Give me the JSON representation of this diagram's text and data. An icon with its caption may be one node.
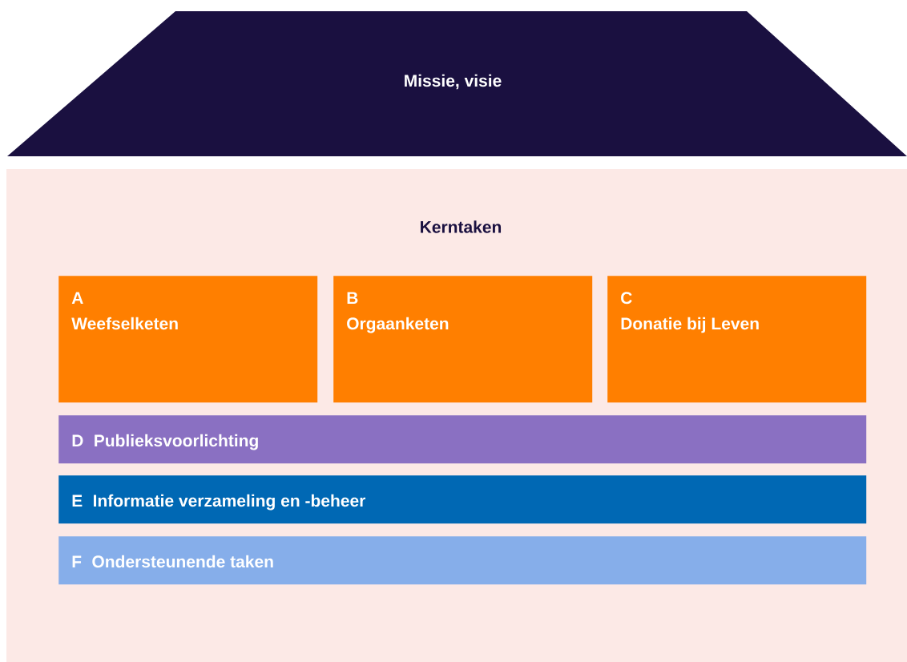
{
  "diagram": {
    "nodes": [
      {
        "text": [
          "Missie, visie"
        ]
      },
      {
        "text": [
          "Kerntaken"
        ]
      },
      {
        "text": [
          "A",
          "Weefselketen"
        ],
        "in": 1
      },
      {
        "text": [
          "B",
          "Orgaanketen"
        ],
        "in": 1
      },
      {
        "text": [
          "C",
          "Donatie bij Leven"
        ],
        "in": 1
      },
      {
        "text": [
          "D",
          "Publieksvoorlichting"
        ],
        "in": 1
      },
      {
        "text": [
          "E",
          "Informatie verzameling en -beheer"
        ],
        "in": 1
      },
      {
        "text": [
          "F",
          "Ondersteunende taken"
        ],
        "in": 1
      }
    ]
  }
}
